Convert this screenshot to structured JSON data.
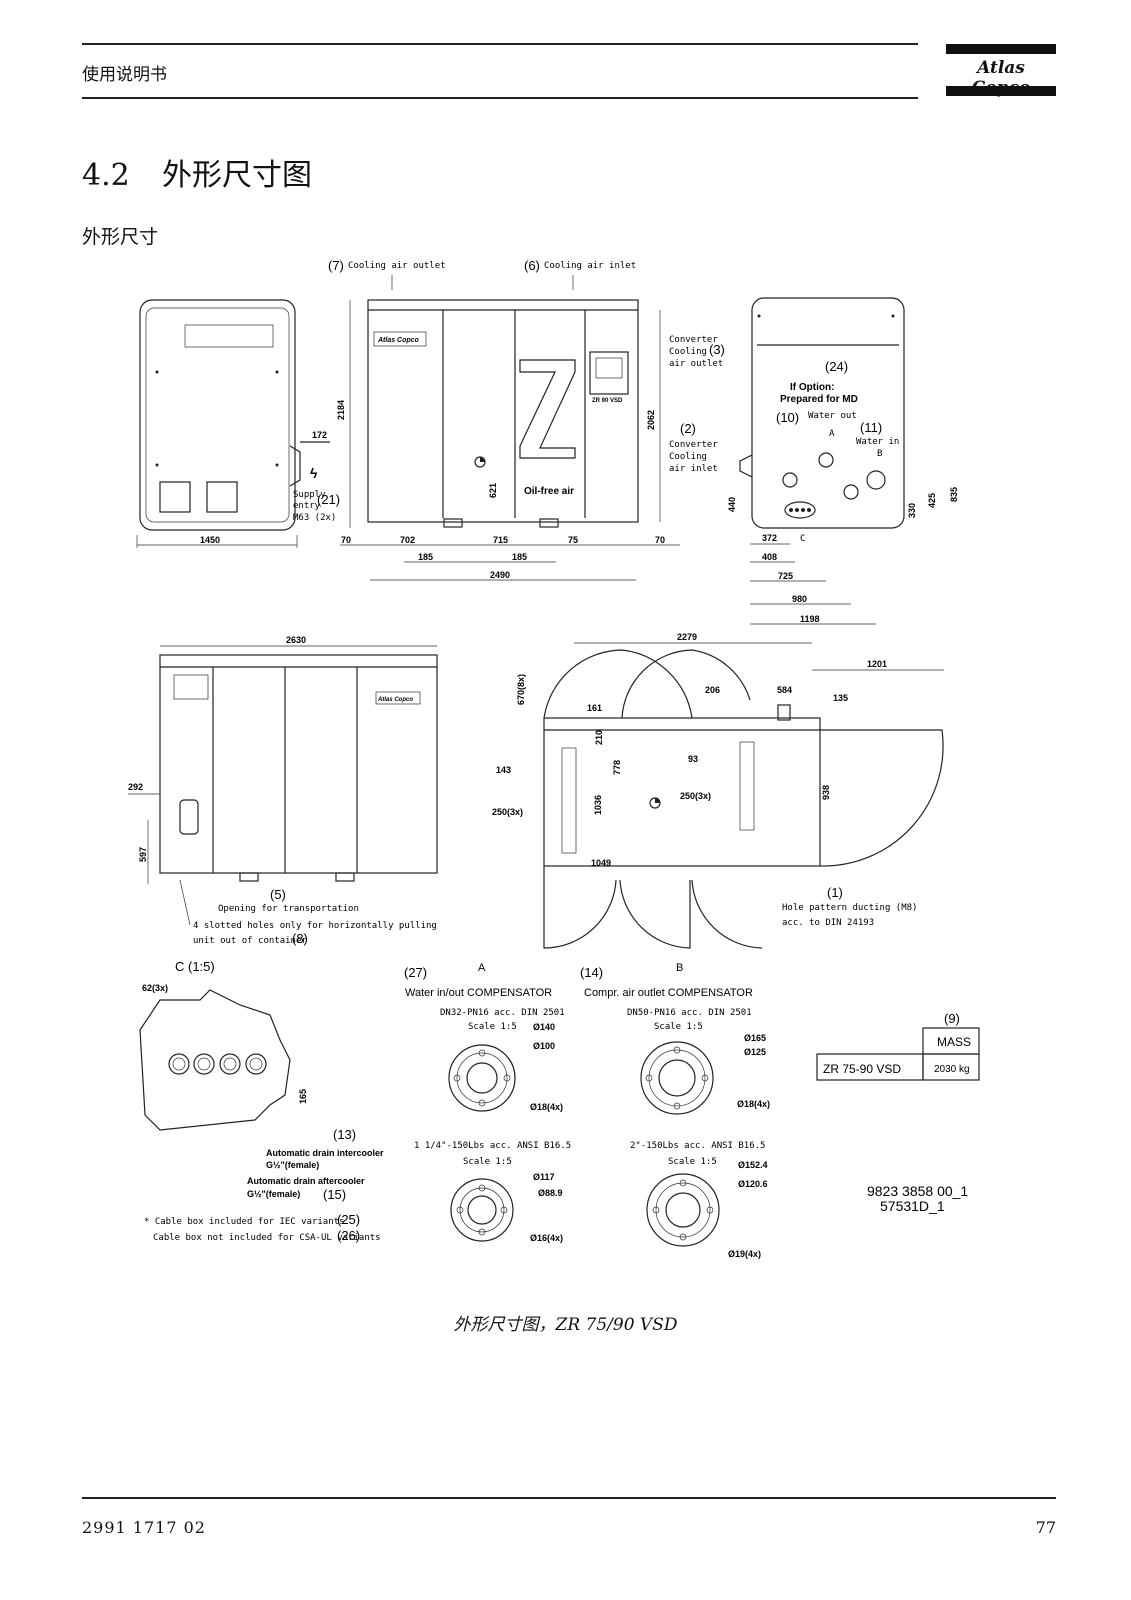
{
  "header": {
    "title": "使用说明书",
    "brand": "Atlas Copco"
  },
  "section": {
    "number": "4.2",
    "title": "外形尺寸图"
  },
  "subheading": "外形尺寸",
  "drawing": {
    "callouts": {
      "c7": "(7)",
      "c7t": "Cooling air outlet",
      "c6": "(6)",
      "c6t": "Cooling air inlet",
      "c3": "(3)",
      "c3t1": "Converter",
      "c3t2": "Cooling",
      "c3t3": "air outlet",
      "c2": "(2)",
      "c2t1": "Converter",
      "c2t2": "Cooling",
      "c2t3": "air inlet",
      "c21": "(21)",
      "c21t1": "Supply",
      "c21t2": "entry",
      "c21t3": "M63 (2x)",
      "c24": "(24)",
      "c24t1": "If Option:",
      "c24t2": "Prepared for MD",
      "c10": "(10)",
      "c10t": "Water out",
      "c11": "(11)",
      "c11t": "Water in",
      "lblA": "A",
      "lblB": "B",
      "lblC": "C",
      "c5": "(5)",
      "c5t": "Opening for transportation",
      "c8t1": "4 slotted holes only for horizontally pulling",
      "c8t2": "unit out of container",
      "c8": "(8)",
      "c1": "(1)",
      "c1t1": "Hole pattern ducting (M8)",
      "c1t2": "acc. to DIN 24193",
      "detailC": "C (1:5)",
      "c13": "(13)",
      "c13t1": "Automatic drain intercooler",
      "c13t2": "G½\"(female)",
      "c15": "(15)",
      "c15t1": "Automatic drain aftercooler",
      "c15t2": "G½\"(female)",
      "c25": "(25)",
      "c25t": "* Cable box included for IEC variants",
      "c26": "(26)",
      "c26t": "Cable box not included for CSA-UL variants",
      "c27": "(27)",
      "c27a": "A",
      "c27t": "Water in/out COMPENSATOR",
      "c14": "(14)",
      "c14b": "B",
      "c14t": "Compr. air outlet COMPENSATOR",
      "fA1": "DN32-PN16 acc. DIN 2501",
      "fA1s": "Scale 1:5",
      "fB1": "DN50-PN16 acc. DIN 2501",
      "fB1s": "Scale 1:5",
      "fA2": "1 1/4\"-150Lbs acc. ANSI B16.5",
      "fA2s": "Scale 1:5",
      "fB2": "2\"-150Lbs acc. ANSI B16.5",
      "fB2s": "Scale 1:5",
      "c9": "(9)",
      "massHdr": "MASS",
      "massModel": "ZR 75-90 VSD",
      "massVal": "2030 kg",
      "docNum1": "9823 3858 00_1",
      "docNum2": "57531D_1",
      "plate1": "Atlas Copco",
      "plate2": "Atlas Copco",
      "plate3": "ZR 90 VSD",
      "plate4": "Oil-free air"
    },
    "dims": {
      "d1450": "1450",
      "d2184": "2184",
      "d172": "172",
      "d2062": "2062",
      "d621": "621",
      "d70a": "70",
      "d702": "702",
      "d715": "715",
      "d75": "75",
      "d70b": "70",
      "d185a": "185",
      "d185b": "185",
      "d2490": "2490",
      "d440": "440",
      "d372": "372",
      "d408": "408",
      "d725": "725",
      "d980": "980",
      "d1198": "1198",
      "d330": "330",
      "d425": "425",
      "d835": "835",
      "d2630": "2630",
      "d292": "292",
      "d597": "597",
      "d2279": "2279",
      "d1201": "1201",
      "d670": "670(8x)",
      "d161": "161",
      "d210": "210",
      "d206": "206",
      "d584": "584",
      "d135": "135",
      "d143": "143",
      "d778": "778",
      "d1036": "1036",
      "d250a": "250(3x)",
      "d93": "93",
      "d250b": "250(3x)",
      "d938": "938",
      "d1049": "1049",
      "d62": "62(3x)",
      "d165": "165",
      "f140": "Ø140",
      "f100": "Ø100",
      "f18a": "Ø18(4x)",
      "f165": "Ø165",
      "f125": "Ø125",
      "f18b": "Ø18(4x)",
      "f117": "Ø117",
      "f889": "Ø88.9",
      "f16": "Ø16(4x)",
      "f1524": "Ø152.4",
      "f1206": "Ø120.6",
      "f19": "Ø19(4x)"
    }
  },
  "caption": "外形尺寸图，ZR 75/90 VSD",
  "footer": {
    "doc_number": "2991 1717 02",
    "page": "77"
  }
}
